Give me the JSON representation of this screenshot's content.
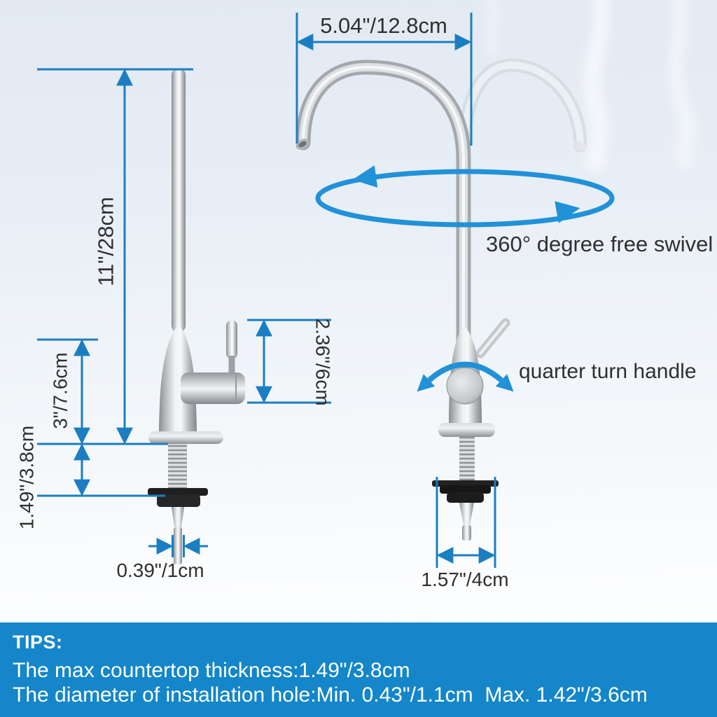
{
  "dimensions": {
    "spout_reach": "5.04\"/12.8cm",
    "total_height": "11\"/28cm",
    "body_height": "3\"/7.6cm",
    "countertop_thickness": "1.49\"/3.8cm",
    "handle_clearance": "2.36\"/6cm",
    "outlet_tube_diameter": "0.39\"/1cm",
    "base_plate_diameter": "1.57\"/4cm"
  },
  "annotations": {
    "swivel": "360° degree free swivel",
    "handle": "quarter turn handle"
  },
  "tips": {
    "title": "TIPS:",
    "max_countertop": "The max countertop thickness:1.49\"/3.8cm",
    "hole_diameter": "The diameter of installation hole:Min. 0.43\"/1.1cm  Max. 1.42\"/3.6cm"
  },
  "colors": {
    "dimension_blue": "#1b7ec2",
    "swivel_blue": "#2191d8",
    "banner_blue": "#1486c9",
    "label_dark": "#2f2f2f",
    "metal_light": "#f2f3f4",
    "metal_dark": "#8a8e92"
  }
}
